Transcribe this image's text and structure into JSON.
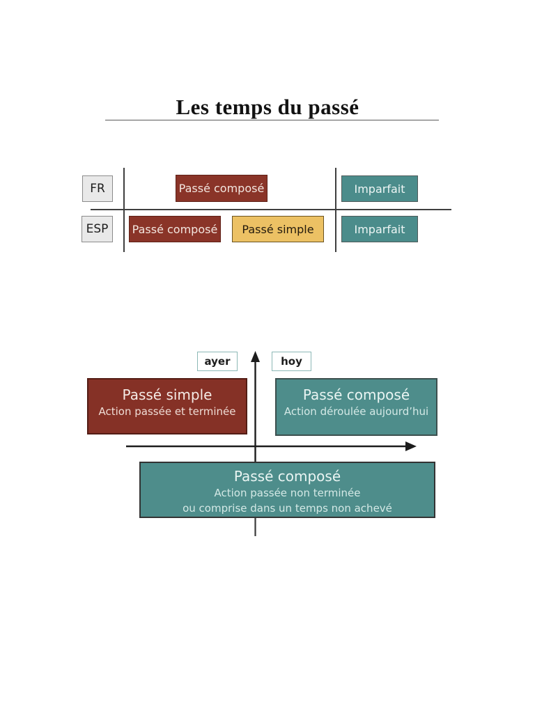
{
  "page": {
    "title": "Les temps du passé"
  },
  "comparison_table": {
    "row_fr": {
      "label": "FR",
      "passe_compose": "Passé composé",
      "imparfait": "Imparfait"
    },
    "row_esp": {
      "label": "ESP",
      "passe_compose": "Passé composé",
      "passe_simple": "Passé simple",
      "imparfait": "Imparfait"
    }
  },
  "timeline_diagram": {
    "ayer_label": "ayer",
    "hoy_label": "hoy",
    "left_box": {
      "title": "Passé simple",
      "subtitle": "Action passée et terminée"
    },
    "right_box": {
      "title": "Passé composé",
      "subtitle": "Action déroulée aujourd’hui"
    },
    "bottom_box": {
      "title": "Passé composé",
      "line1": "Action passée non terminée",
      "line2": "ou comprise dans un temps non achevé"
    }
  },
  "colors": {
    "dark_red": "#8a3428",
    "teal": "#4c8c8b",
    "yellow": "#ecc164",
    "label_gray": "#e9e9e9",
    "axis_black": "#1c1c1c"
  }
}
